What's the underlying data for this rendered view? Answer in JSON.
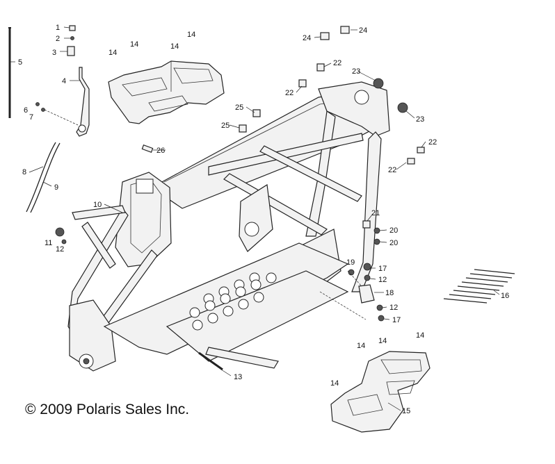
{
  "copyright": "© 2009 Polaris Sales Inc.",
  "callouts": [
    {
      "id": "c1",
      "label": "1"
    },
    {
      "id": "c2",
      "label": "2"
    },
    {
      "id": "c3",
      "label": "3"
    },
    {
      "id": "c4",
      "label": "4"
    },
    {
      "id": "c5",
      "label": "5"
    },
    {
      "id": "c6",
      "label": "6"
    },
    {
      "id": "c7",
      "label": "7"
    },
    {
      "id": "c8",
      "label": "8"
    },
    {
      "id": "c9",
      "label": "9"
    },
    {
      "id": "c10",
      "label": "10"
    },
    {
      "id": "c11",
      "label": "11"
    },
    {
      "id": "c12a",
      "label": "12"
    },
    {
      "id": "c12b",
      "label": "12"
    },
    {
      "id": "c12c",
      "label": "12"
    },
    {
      "id": "c13",
      "label": "13"
    },
    {
      "id": "c14a",
      "label": "14"
    },
    {
      "id": "c14b",
      "label": "14"
    },
    {
      "id": "c14c",
      "label": "14"
    },
    {
      "id": "c14d",
      "label": "14"
    },
    {
      "id": "c14e",
      "label": "14"
    },
    {
      "id": "c14f",
      "label": "14"
    },
    {
      "id": "c14g",
      "label": "14"
    },
    {
      "id": "c14h",
      "label": "14"
    },
    {
      "id": "c15",
      "label": "15"
    },
    {
      "id": "c16",
      "label": "16"
    },
    {
      "id": "c17a",
      "label": "17"
    },
    {
      "id": "c17b",
      "label": "17"
    },
    {
      "id": "c18",
      "label": "18"
    },
    {
      "id": "c19",
      "label": "19"
    },
    {
      "id": "c20a",
      "label": "20"
    },
    {
      "id": "c20b",
      "label": "20"
    },
    {
      "id": "c21",
      "label": "21"
    },
    {
      "id": "c22a",
      "label": "22"
    },
    {
      "id": "c22b",
      "label": "22"
    },
    {
      "id": "c22c",
      "label": "22"
    },
    {
      "id": "c22d",
      "label": "22"
    },
    {
      "id": "c23a",
      "label": "23"
    },
    {
      "id": "c23b",
      "label": "23"
    },
    {
      "id": "c24a",
      "label": "24"
    },
    {
      "id": "c24b",
      "label": "24"
    },
    {
      "id": "c25a",
      "label": "25"
    },
    {
      "id": "c25b",
      "label": "25"
    },
    {
      "id": "c26",
      "label": "26"
    }
  ]
}
